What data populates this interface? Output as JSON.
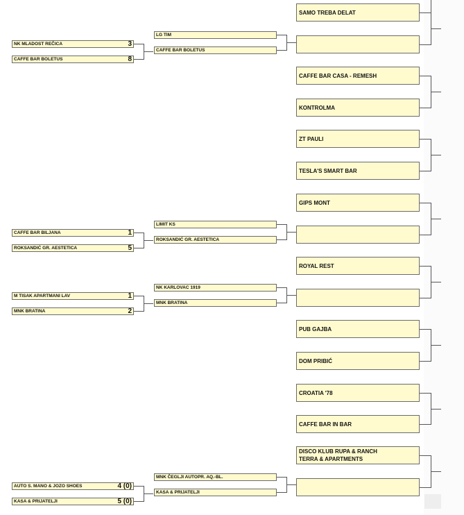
{
  "round1": [
    {
      "a": {
        "name": "NK MLADOST REČICA",
        "score": "3"
      },
      "b": {
        "name": "CAFFE BAR BOLETUS",
        "score": "8"
      }
    },
    {
      "a": {
        "name": "CAFFE BAR BILJANA",
        "score": "1"
      },
      "b": {
        "name": "ROKSANDIĆ GR. AESTETICA",
        "score": "5"
      }
    },
    {
      "a": {
        "name": "M TISAK APARTMANI LAV",
        "score": "1"
      },
      "b": {
        "name": "MNK BRATINA",
        "score": "2"
      }
    },
    {
      "a": {
        "name": "AUTO S. MANO & JOZO SHOES",
        "score": "4 (0)"
      },
      "b": {
        "name": "KASA & PRIJATELJI",
        "score": "5 (0)"
      }
    }
  ],
  "round2": [
    {
      "a": "LG TIM",
      "b": "CAFFE BAR BOLETUS"
    },
    {
      "a": "LIMIT KS",
      "b": "ROKSANDIĆ GR. AESTETICA"
    },
    {
      "a": "NK KARLOVAC 1919",
      "b": "MNK BRATINA"
    },
    {
      "a": "MNK ČEGLJI AUTOPR. AQ.-BL.",
      "b": "KASA & PRIJATELJI"
    }
  ],
  "round3": [
    "SAMO TREBA DELAT",
    "",
    "CAFFE BAR CASA - REMESH",
    "KONTROLMA",
    "ZT PAULI",
    "TESLA'S SMART BAR",
    "GIPS MONT",
    "",
    "ROYAL REST",
    "",
    "PUB GAJBA",
    "DOM PRIBIĆ",
    "CROATIA '78",
    "CAFFE BAR IN BAR",
    "DISCO KLUB RUPA & RANCH|TERRA & APARTMENTS",
    ""
  ]
}
